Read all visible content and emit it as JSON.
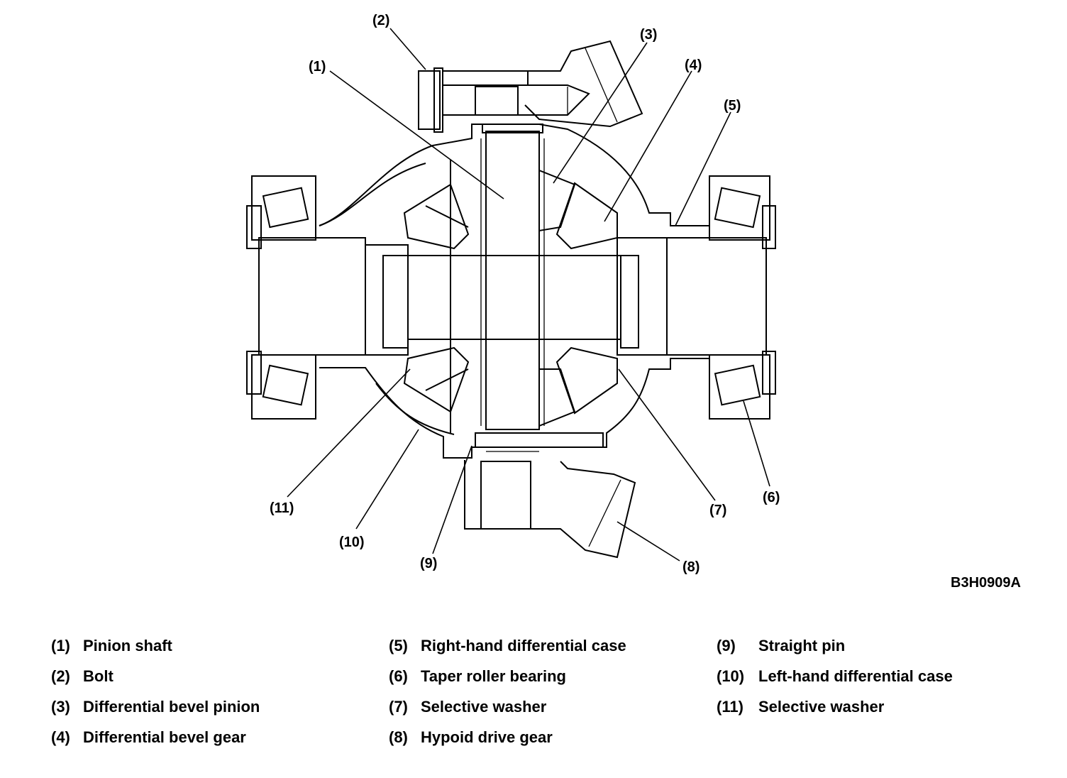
{
  "figure_id": "B3H0909A",
  "callouts": [
    "(1)",
    "(2)",
    "(3)",
    "(4)",
    "(5)",
    "(6)",
    "(7)",
    "(8)",
    "(9)",
    "(10)",
    "(11)"
  ],
  "legend": {
    "col1": [
      {
        "num": "(1)",
        "label": "Pinion shaft"
      },
      {
        "num": "(2)",
        "label": "Bolt"
      },
      {
        "num": "(3)",
        "label": "Differential bevel pinion"
      },
      {
        "num": "(4)",
        "label": "Differential bevel gear"
      }
    ],
    "col2": [
      {
        "num": "(5)",
        "label": "Right-hand differential case"
      },
      {
        "num": "(6)",
        "label": "Taper roller bearing"
      },
      {
        "num": "(7)",
        "label": "Selective washer"
      },
      {
        "num": "(8)",
        "label": "Hypoid drive gear"
      }
    ],
    "col3": [
      {
        "num": "(9)",
        "label": "Straight pin"
      },
      {
        "num": "(10)",
        "label": "Left-hand differential case"
      },
      {
        "num": "(11)",
        "label": "Selective washer"
      }
    ]
  }
}
